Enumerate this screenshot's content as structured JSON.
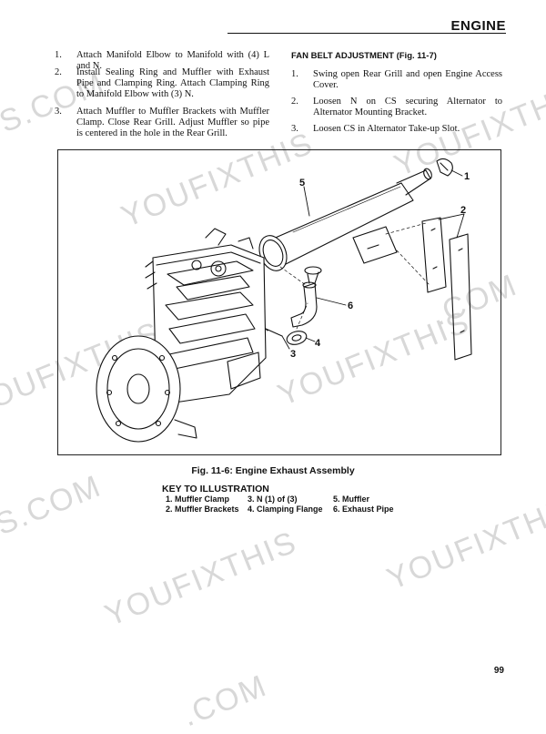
{
  "header": {
    "title": "ENGINE"
  },
  "left_steps": [
    {
      "num": "1.",
      "text": "Attach Manifold Elbow to Manifold with (4) L and N."
    },
    {
      "num": "2.",
      "text": "Install Sealing Ring and Muffler with Exhaust Pipe and Clamping Ring. Attach Clamping Ring to Manifold Elbow with (3) N."
    },
    {
      "num": "3.",
      "text": "Attach Muffler to Muffler Brackets with Muffler Clamp. Close Rear Grill. Adjust Muffler so pipe is centered in the hole in the Rear Grill."
    }
  ],
  "right_section": {
    "title": "FAN BELT ADJUSTMENT (Fig. 11-7)",
    "steps": [
      {
        "num": "1.",
        "text": "Swing open Rear Grill and open Engine Access Cover."
      },
      {
        "num": "2.",
        "text": "Loosen N on CS securing Alternator to Alternator Mounting Bracket."
      },
      {
        "num": "3.",
        "text": "Loosen CS in Alternator Take-up Slot."
      }
    ]
  },
  "figure": {
    "callouts": [
      "1",
      "2",
      "3",
      "4",
      "5",
      "6"
    ],
    "caption": "Fig. 11-6: Engine Exhaust Assembly"
  },
  "key": {
    "title": "KEY TO ILLUSTRATION",
    "items": [
      "1. Muffler Clamp",
      "2. Muffler Brackets",
      "3. N (1) of (3)",
      "4. Clamping Flange",
      "5. Muffler",
      "6. Exhaust Pipe"
    ]
  },
  "watermarks": [
    "S.COM",
    "YOUFIXTHIS",
    "YOUFIXTHIS",
    "YOUFIXTHIS",
    ".COM",
    "YOUFIXTHIS",
    "S.COM",
    "YOUFIXTHIS",
    "YOUFIXTHIS",
    ".COM"
  ],
  "page_number": "99"
}
